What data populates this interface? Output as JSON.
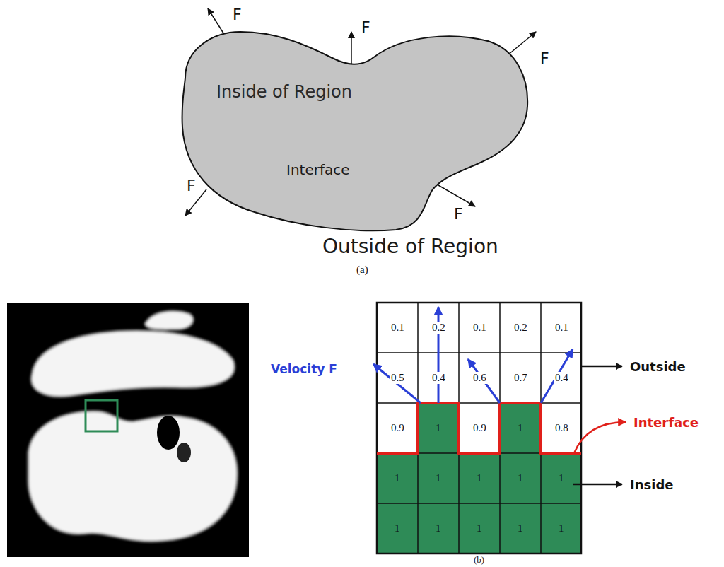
{
  "diagram": {
    "nodes": [
      {
        "text": [
          "Inside of Region"
        ]
      }
    ],
    "labels": [
      "F",
      "F",
      "F",
      "F",
      "F",
      "Interface",
      "Outside of Region",
      "(a)",
      "0.1",
      "0.2",
      "0.1",
      "0.2",
      "0.1",
      "0.5",
      "0.4",
      "0.6",
      "0.7",
      "0.4",
      "0.9",
      "1",
      "0.9",
      "1",
      "0.8",
      "1",
      "1",
      "1",
      "1",
      "1",
      "1",
      "1",
      "1",
      "1",
      "1",
      "Velocity F",
      "Outside",
      "Interface",
      "Inside",
      "(b)"
    ]
  }
}
